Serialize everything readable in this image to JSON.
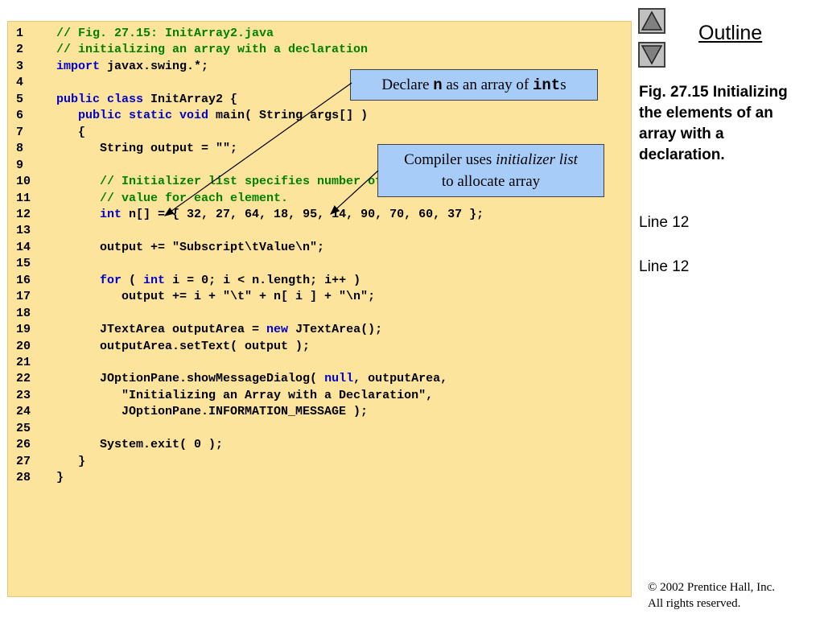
{
  "code": {
    "lines": [
      {
        "n": "1",
        "segs": [
          {
            "t": "// Fig. 27.15: InitArray2.java",
            "c": "cm"
          }
        ]
      },
      {
        "n": "2",
        "segs": [
          {
            "t": "// initializing an array with a declaration",
            "c": "cm"
          }
        ]
      },
      {
        "n": "3",
        "segs": [
          {
            "t": "import",
            "c": "kw"
          },
          {
            "t": " javax.swing.*;",
            "c": ""
          }
        ]
      },
      {
        "n": "4",
        "segs": []
      },
      {
        "n": "5",
        "segs": [
          {
            "t": "public class",
            "c": "kw"
          },
          {
            "t": " InitArray2 {",
            "c": ""
          }
        ]
      },
      {
        "n": "6",
        "segs": [
          {
            "t": "   ",
            "c": ""
          },
          {
            "t": "public static void",
            "c": "kw"
          },
          {
            "t": " main( String args[] )",
            "c": ""
          }
        ]
      },
      {
        "n": "7",
        "segs": [
          {
            "t": "   {",
            "c": ""
          }
        ]
      },
      {
        "n": "8",
        "segs": [
          {
            "t": "      String output = \"\";",
            "c": ""
          }
        ]
      },
      {
        "n": "9",
        "segs": []
      },
      {
        "n": "10",
        "segs": [
          {
            "t": "      // Initializer list specifies number of elements and",
            "c": "cm"
          }
        ]
      },
      {
        "n": "11",
        "segs": [
          {
            "t": "      // value for each element.",
            "c": "cm"
          }
        ]
      },
      {
        "n": "12",
        "segs": [
          {
            "t": "      ",
            "c": ""
          },
          {
            "t": "int",
            "c": "kw"
          },
          {
            "t": " n[] = { 32, 27, 64, 18, 95, 14, 90, 70, 60, 37 };",
            "c": ""
          }
        ]
      },
      {
        "n": "13",
        "segs": []
      },
      {
        "n": "14",
        "segs": [
          {
            "t": "      output += \"Subscript\\tValue\\n\";",
            "c": ""
          }
        ]
      },
      {
        "n": "15",
        "segs": []
      },
      {
        "n": "16",
        "segs": [
          {
            "t": "      ",
            "c": ""
          },
          {
            "t": "for",
            "c": "kw"
          },
          {
            "t": " ( ",
            "c": ""
          },
          {
            "t": "int",
            "c": "kw"
          },
          {
            "t": " i = 0; i < n.length; i++ )",
            "c": ""
          }
        ]
      },
      {
        "n": "17",
        "segs": [
          {
            "t": "         output += i + \"\\t\" + n[ i ] + \"\\n\";",
            "c": ""
          }
        ]
      },
      {
        "n": "18",
        "segs": []
      },
      {
        "n": "19",
        "segs": [
          {
            "t": "      JTextArea outputArea = ",
            "c": ""
          },
          {
            "t": "new",
            "c": "kw"
          },
          {
            "t": " JTextArea();",
            "c": ""
          }
        ]
      },
      {
        "n": "20",
        "segs": [
          {
            "t": "      outputArea.setText( output );",
            "c": ""
          }
        ]
      },
      {
        "n": "21",
        "segs": []
      },
      {
        "n": "22",
        "segs": [
          {
            "t": "      JOptionPane.showMessageDialog( ",
            "c": ""
          },
          {
            "t": "null",
            "c": "kw"
          },
          {
            "t": ", outputArea,",
            "c": ""
          }
        ]
      },
      {
        "n": "23",
        "segs": [
          {
            "t": "         \"Initializing an Array with a Declaration\",",
            "c": ""
          }
        ]
      },
      {
        "n": "24",
        "segs": [
          {
            "t": "         JOptionPane.INFORMATION_MESSAGE );",
            "c": ""
          }
        ]
      },
      {
        "n": "25",
        "segs": []
      },
      {
        "n": "26",
        "segs": [
          {
            "t": "      System.exit( 0 );",
            "c": ""
          }
        ]
      },
      {
        "n": "27",
        "segs": [
          {
            "t": "   }",
            "c": ""
          }
        ]
      },
      {
        "n": "28",
        "segs": [
          {
            "t": "}",
            "c": ""
          }
        ]
      }
    ]
  },
  "callouts": {
    "declare": {
      "pre": "Declare ",
      "code1": "n",
      "mid": " as an array of ",
      "code2": "int",
      "post": "s"
    },
    "compiler": {
      "pre": "Compiler uses ",
      "em": "initializer list",
      "post": "to allocate array"
    }
  },
  "nav": {
    "up_icon": "up-arrow-icon",
    "down_icon": "down-arrow-icon",
    "outline_label": "Outline"
  },
  "sidebar": {
    "fig_title": "Fig. 27.15 Initializing the elements of an array with a declaration.",
    "line_refs": [
      "Line 12",
      "Line 12"
    ]
  },
  "footer": {
    "copyright": "© 2002 Prentice Hall, Inc.",
    "rights": "All rights reserved."
  },
  "colors": {
    "code_bg": "#fce49c",
    "comment": "#008000",
    "keyword": "#0000cc",
    "callout_bg": "#a8ccf8"
  }
}
